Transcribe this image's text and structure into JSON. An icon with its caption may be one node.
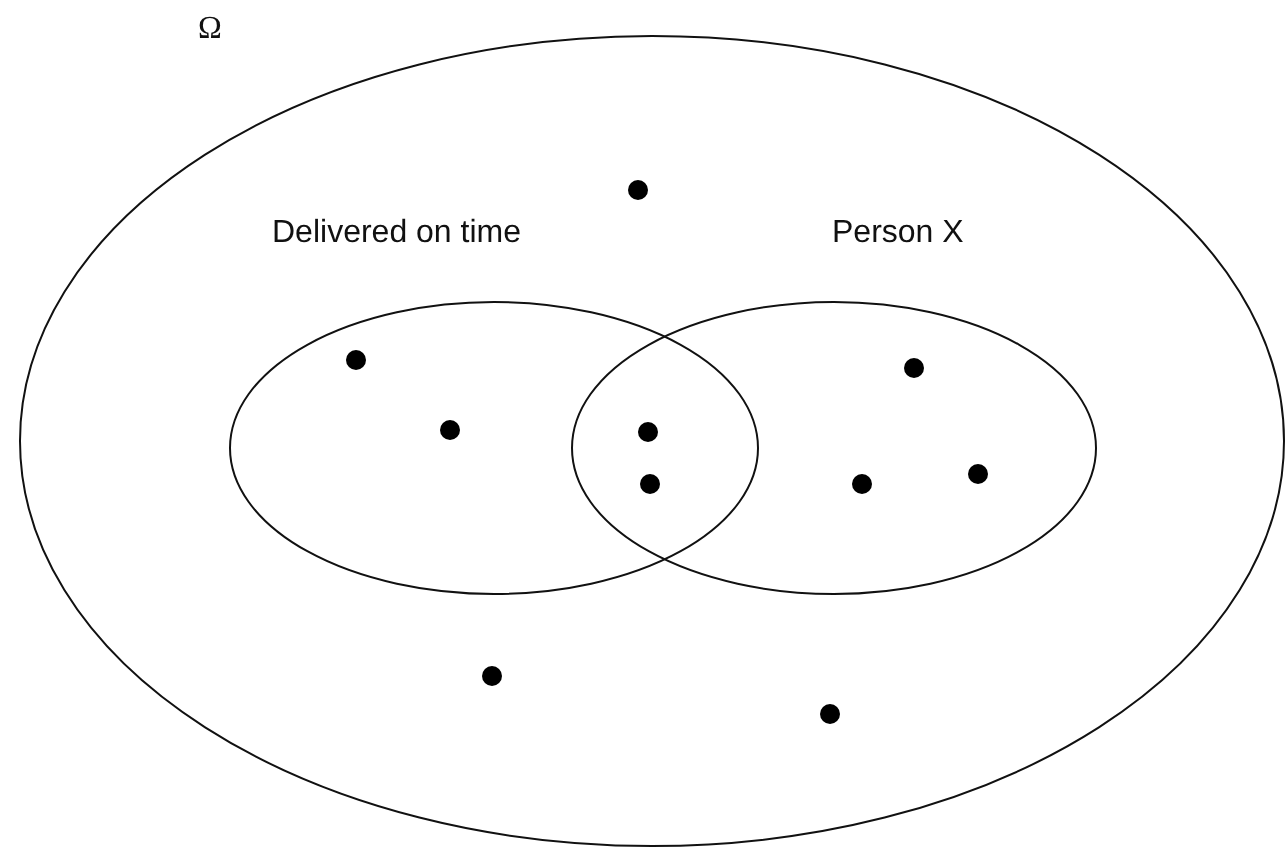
{
  "diagram": {
    "nodes": [
      {
        "text": [
          "Ω"
        ]
      },
      {
        "text": [
          "Delivered on time"
        ],
        "in": 0
      },
      {
        "text": [
          "Person X"
        ],
        "in": 0
      }
    ]
  }
}
